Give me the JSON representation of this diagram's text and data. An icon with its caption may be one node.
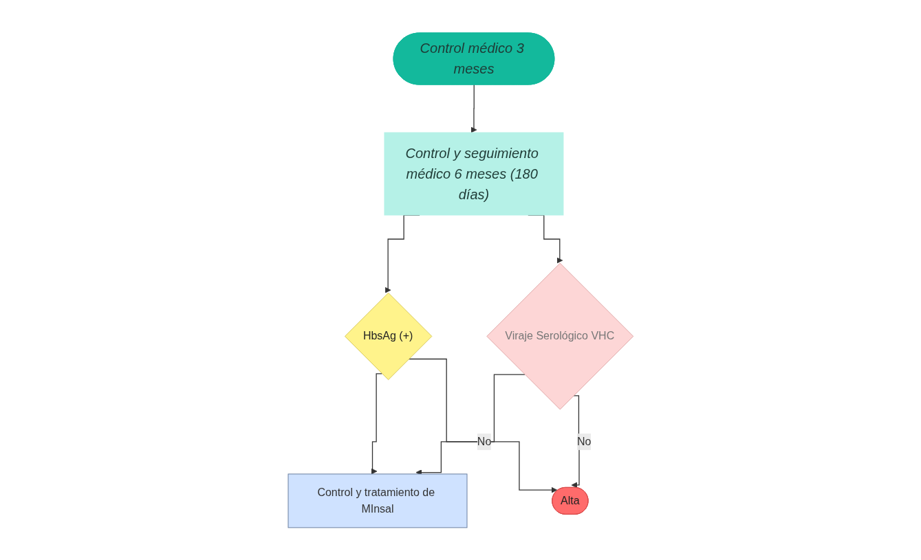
{
  "diagram": {
    "nodes": [
      {
        "text": [
          "Control médico 3 meses"
        ]
      },
      {
        "text": [
          "Control y seguimiento médico 6 meses (180 días)"
        ]
      },
      {
        "text": [
          "HbsAg (+)"
        ]
      },
      {
        "text": [
          "Viraje Serológico VHC"
        ]
      },
      {
        "text": [
          "Control y tratamiento de MInsal"
        ]
      },
      {
        "text": [
          "Alta"
        ]
      }
    ],
    "edges": [
      {
        "from": 0,
        "to": 1,
        "arrow": "to"
      },
      {
        "from": 1,
        "to": 2,
        "arrow": "to"
      },
      {
        "from": 1,
        "to": 3,
        "arrow": "to"
      },
      {
        "from": 2,
        "to": 4,
        "arrow": "to"
      },
      {
        "from": 3,
        "to": 4,
        "arrow": "to"
      },
      {
        "from": 2,
        "to": 5,
        "label": "No",
        "arrow": "to"
      },
      {
        "from": 3,
        "to": 5,
        "label": "No",
        "arrow": "to"
      }
    ]
  }
}
